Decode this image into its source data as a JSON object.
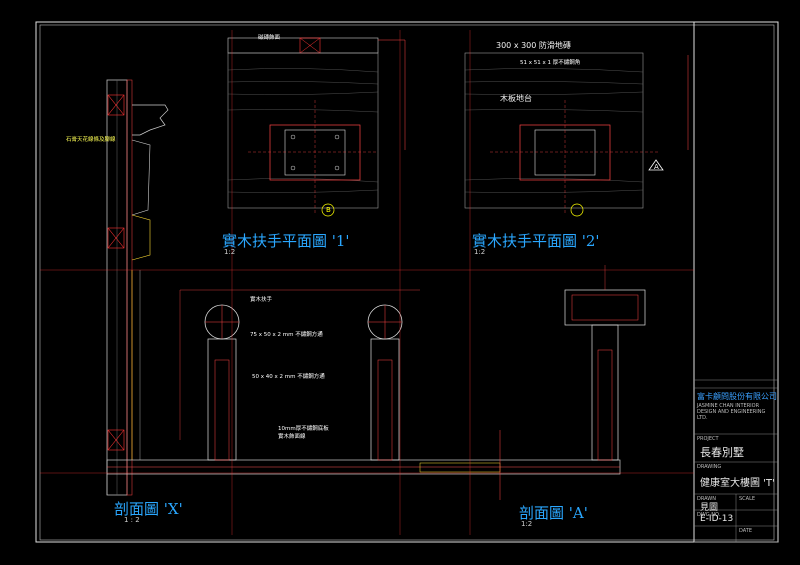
{
  "drawing": {
    "titles": {
      "plan1": "實木扶手平面圖 '1'",
      "plan2": "實木扶手平面圖 '2'",
      "section_x": "剖面圖 'X'",
      "section_a": "剖面圖 'A'"
    },
    "scales": {
      "plan1": "1:2",
      "plan2": "1:2",
      "section_x": "1 : 2",
      "section_a": "1:2"
    },
    "labels": {
      "top_border": "磁磚飾面",
      "tile": "300 x 300 防滑地磚",
      "wood": "木板地台",
      "finish": "51 x 51 x 1 厚不鏽鋼角",
      "rail": "實木扶手",
      "post": "75 x 50 x 2 mm 不鏽鋼方通",
      "base": "10mm厚不鏽鋼底板",
      "wall": "石膏天花線條及腳線",
      "steel": "50 x 40 x 2 mm 不鏽鋼方通",
      "finish2": "實木飾面線"
    },
    "title_block": {
      "company_cn": "富卡顧問股份有限公司",
      "company_en": "JASMINE CHAN INTERIOR DESIGN AND ENGINEERING LTD.",
      "project_label": "PROJECT",
      "project": "長春別墅",
      "drawing_label": "DRAWING",
      "drawing": "健康室大樓圖 'T'",
      "drawn_label": "DRAWN",
      "drawn": "見圖",
      "number_label": "DWG NO.",
      "number": "E-ID-13",
      "scale_label": "SCALE",
      "date_label": "DATE"
    },
    "markers": {
      "b_marker": "B",
      "a_marker": "A"
    }
  }
}
